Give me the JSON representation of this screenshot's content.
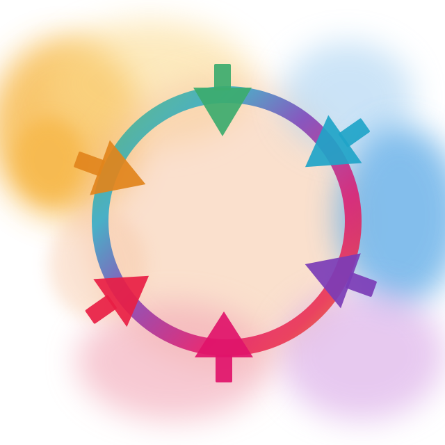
{
  "illustration": {
    "background": "#ffffff",
    "ring_gradient": [
      "#49b57a",
      "#2aa9c9",
      "#7a3fb8",
      "#e0156b",
      "#ea2a4a",
      "#e08a1e"
    ],
    "arrows": [
      {
        "name": "arrow-top",
        "color": "#3cab6e"
      },
      {
        "name": "arrow-upper-right",
        "color": "#1fa4c8"
      },
      {
        "name": "arrow-lower-right",
        "color": "#7b3cb6"
      },
      {
        "name": "arrow-bottom",
        "color": "#e0136a"
      },
      {
        "name": "arrow-lower-left",
        "color": "#e81e44"
      },
      {
        "name": "arrow-upper-left",
        "color": "#e1841c"
      }
    ],
    "washes": [
      {
        "name": "orange-wash",
        "color": "#f6b23a"
      },
      {
        "name": "peach-wash",
        "color": "#f7c7a6"
      },
      {
        "name": "blue-wash",
        "color": "#5aa9e6"
      },
      {
        "name": "light-blue-wash",
        "color": "#a9d2f2"
      },
      {
        "name": "lavender-wash",
        "color": "#d8a6e6"
      },
      {
        "name": "pink-wash",
        "color": "#f2a6b6"
      },
      {
        "name": "yellow-wash",
        "color": "#fbd98a"
      }
    ]
  }
}
